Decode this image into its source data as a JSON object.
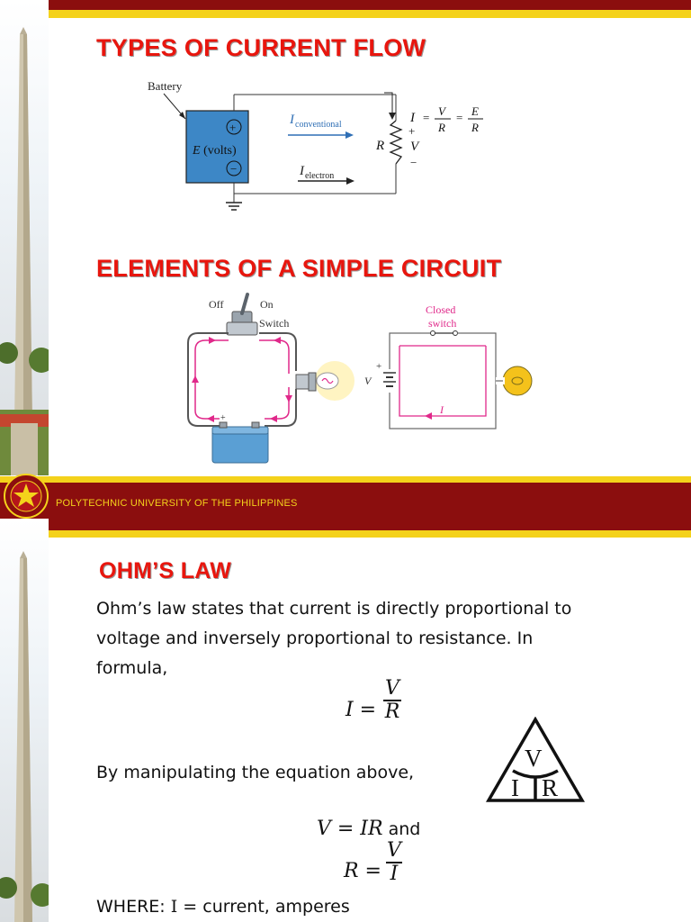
{
  "slide1": {
    "title_types": "TYPES OF CURRENT FLOW",
    "title_elements": "ELEMENTS OF A SIMPLE CIRCUIT",
    "footer": "POLYTECHNIC UNIVERSITY OF THE PHILIPPINES",
    "fig1": {
      "battery": "Battery",
      "source_E": "E",
      "source_unit": " (volts)",
      "plus": "+",
      "minus": "−",
      "i_conv": "I",
      "i_conv_sub": "conventional",
      "i_elec": "I",
      "i_elec_sub": "electron",
      "r": "R",
      "v": "V",
      "eq_I": "I",
      "eq_eq1": "=",
      "eq_V": "V",
      "eq_R1": "R",
      "eq_eq2": "=",
      "eq_E": "E",
      "eq_R2": "R"
    },
    "fig2": {
      "off": "Off",
      "on": "On",
      "switch": "Switch",
      "closed": "Closed",
      "switch2": "switch",
      "v": "V",
      "plus": "+",
      "i": "I"
    }
  },
  "slide2": {
    "title": "OHM’S LAW",
    "para_line1": "Ohm’s law states that current is directly proportional to",
    "para_line2": "voltage and inversely proportional to resistance. In",
    "para_line3": "formula,",
    "f1_lhs": "I =",
    "f1_num": "V",
    "f1_den": "R",
    "manip": "By manipulating the equation above,",
    "f2": "V = IR",
    "f2_and": " and",
    "f3_lhs": "R =",
    "f3_num": "V",
    "f3_den": "I",
    "where_label": "WHERE: ",
    "where_I": "I",
    "where_rest": " = current, amperes",
    "triangle": {
      "top": "V",
      "left": "I",
      "right": "R"
    }
  },
  "colors": {
    "title_red": "#e8160e",
    "band_maroon": "#8b0e0e",
    "band_yellow": "#f4d21b",
    "arrow_blue": "#2f6fb5",
    "flow_pink": "#e0288a",
    "battery_fill": "#3d87c6"
  },
  "icons": [
    "pup-seal-icon",
    "obelisk-tower-image",
    "ground-symbol-icon",
    "resistor-symbol-icon",
    "toggle-switch-icon",
    "light-bulb-icon",
    "ohms-law-triangle-icon"
  ]
}
